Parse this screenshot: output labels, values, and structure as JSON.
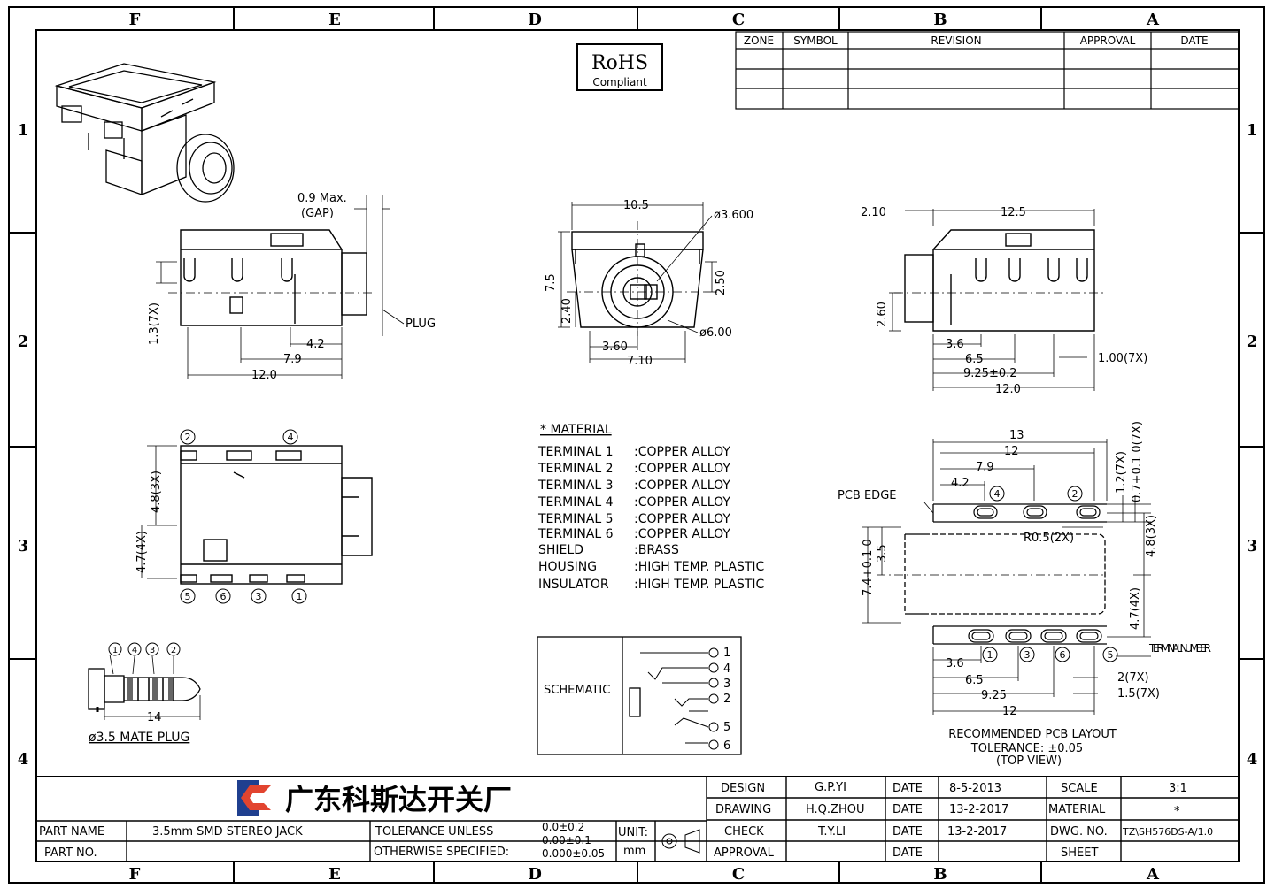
{
  "border": {
    "columns": [
      "F",
      "E",
      "D",
      "C",
      "B",
      "A"
    ],
    "rows": [
      "1",
      "2",
      "3",
      "4"
    ]
  },
  "rohs": {
    "title": "RoHS",
    "subtitle": "Compliant"
  },
  "revision_table": {
    "headers": [
      "ZONE",
      "SYMBOL",
      "REVISION",
      "APPROVAL",
      "DATE"
    ]
  },
  "side_view_left": {
    "gap_label": "0.9 Max.",
    "gap_sub": "(GAP)",
    "plug_label": "PLUG",
    "dim_height": "1.3(7X)",
    "dim_a": "4.2",
    "dim_b": "7.9",
    "dim_c": "12.0"
  },
  "front_view": {
    "width": "10.5",
    "hole": "ø3.600",
    "ring": "ø6.00",
    "height": "7.5",
    "dim_center": "2.40",
    "dim_right": "2.50",
    "dim_x": "3.60",
    "dim_total": "7.10"
  },
  "side_view_right": {
    "dim_offset": "2.10",
    "width": "12.5",
    "dim_height": "2.60",
    "dim_a": "3.6",
    "dim_b": "6.5",
    "dim_c": "9.25±0.2",
    "dim_d": "12.0",
    "pad": "1.00(7X)"
  },
  "top_view": {
    "terminals_top": [
      "2",
      "4"
    ],
    "terminals_bottom": [
      "5",
      "6",
      "3",
      "1"
    ],
    "dim_a": "4.8(3X)",
    "dim_b": "4.7(4X)"
  },
  "plug": {
    "terminals": [
      "1",
      "4",
      "3",
      "2"
    ],
    "length": "14",
    "caption": "ø3.5 MATE PLUG"
  },
  "material": {
    "title": "* MATERIAL",
    "items": [
      {
        "part": "TERMINAL 1",
        "spec": ":COPPER ALLOY"
      },
      {
        "part": "TERMINAL 2",
        "spec": ":COPPER ALLOY"
      },
      {
        "part": "TERMINAL 3",
        "spec": ":COPPER ALLOY"
      },
      {
        "part": "TERMINAL 4",
        "spec": ":COPPER ALLOY"
      },
      {
        "part": "TERMINAL 5",
        "spec": ":COPPER ALLOY"
      },
      {
        "part": "TERMINAL 6",
        "spec": ":COPPER ALLOY"
      },
      {
        "part": "SHIELD",
        "spec": ":BRASS"
      },
      {
        "part": "HOUSING",
        "spec": ":HIGH TEMP. PLASTIC"
      },
      {
        "part": "INSULATOR",
        "spec": ":HIGH TEMP. PLASTIC"
      }
    ]
  },
  "schematic": {
    "label": "SCHEMATIC",
    "pins": [
      "1",
      "4",
      "3",
      "2",
      "5",
      "6"
    ]
  },
  "pcb_layout": {
    "width_13": "13",
    "width_12": "12",
    "dim_79": "7.9",
    "dim_42": "4.2",
    "pcb_edge": "PCB EDGE",
    "slot_a": "1.2(7X)",
    "slot_b": "0.7+0.1 0(7X)",
    "radius": "R0.5(2X)",
    "dim_35": "3.5",
    "dim_74": "7.4+0.1 0",
    "dim_48": "4.8(3X)",
    "dim_47": "4.7(4X)",
    "terminal_number": "TERMINAL NUMBER",
    "top_terminals": [
      "4",
      "2"
    ],
    "bottom_terminals": [
      "1",
      "3",
      "6",
      "5"
    ],
    "dim_36": "3.6",
    "dim_65": "6.5",
    "dim_925": "9.25",
    "dim_12b": "12",
    "pad_a": "2(7X)",
    "pad_b": "1.5(7X)",
    "caption_1": "RECOMMENDED PCB LAYOUT",
    "caption_2": "TOLERANCE: ±0.05",
    "caption_3": "(TOP VIEW)"
  },
  "title_block": {
    "company": "广东科斯达开关厂",
    "part_name_label": "PART NAME",
    "part_name": "3.5mm SMD STEREO JACK",
    "part_no_label": "PART NO.",
    "part_no": "",
    "tolerance_label": "TOLERANCE UNLESS",
    "otherwise_label": "OTHERWISE SPECIFIED:",
    "tol_1": "0.0±0.2",
    "tol_2": "0.00±0.1",
    "tol_3": "0.000±0.05",
    "unit_label": "UNIT:",
    "unit": "mm",
    "design_label": "DESIGN",
    "design": "G.P.YI",
    "design_date_label": "DATE",
    "design_date": "8-5-2013",
    "drawing_label": "DRAWING",
    "drawing": "H.Q.ZHOU",
    "drawing_date_label": "DATE",
    "drawing_date": "13-2-2017",
    "check_label": "CHECK",
    "check": "T.Y.LI",
    "check_date_label": "DATE",
    "check_date": "13-2-2017",
    "approval_label": "APPROVAL",
    "approval": "",
    "approval_date_label": "DATE",
    "approval_date": "",
    "scale_label": "SCALE",
    "scale": "3:1",
    "material_label": "MATERIAL",
    "material": "*",
    "dwg_label": "DWG. NO.",
    "dwg": "TZ\\SH576DS-A/1.0",
    "sheet_label": "SHEET",
    "sheet": ""
  }
}
